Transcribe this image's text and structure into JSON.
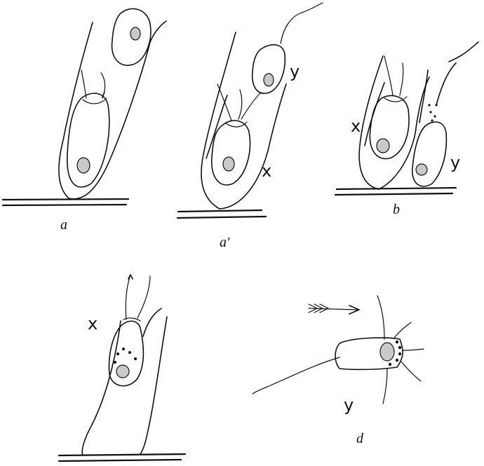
{
  "figure_labels": {
    "a": "a",
    "a_prime": "a'",
    "b": "b",
    "d": "d"
  },
  "cell_labels": {
    "x_a_prime": "x",
    "y_a_prime": "y",
    "x_b": "x",
    "y_b": "y",
    "x_c": "x",
    "y_d": "y"
  },
  "colors": {
    "ink": "#111111",
    "nucleus": "#c9c9c9",
    "background": "#ffffff"
  }
}
